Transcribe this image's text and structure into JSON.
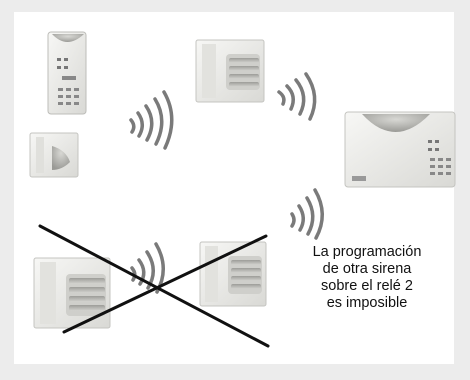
{
  "caption": {
    "lines": [
      "La programación",
      "de otra sirena",
      "sobre el relé 2",
      "es imposible"
    ]
  },
  "devices": [
    {
      "id": "remote-control",
      "kind": "remote"
    },
    {
      "id": "siren-top",
      "kind": "siren"
    },
    {
      "id": "detector-left",
      "kind": "detector"
    },
    {
      "id": "central-unit",
      "kind": "central"
    },
    {
      "id": "siren-bottom",
      "kind": "siren"
    },
    {
      "id": "siren-crossed-out",
      "kind": "siren",
      "crossed_out": true
    }
  ],
  "colors": {
    "background": "#ececec",
    "panel": "#ffffff",
    "device_body": "#f4f4f2",
    "device_shadow": "#d8d8d4",
    "signal_waves": "#7a7a7a",
    "cross_lines": "#111111"
  }
}
